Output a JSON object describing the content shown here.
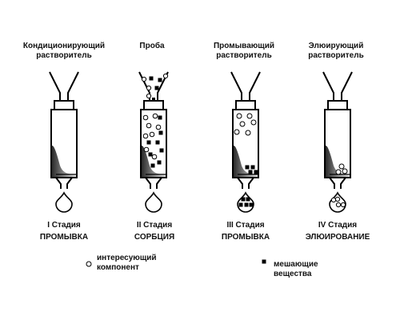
{
  "stages": [
    {
      "solvent_lines": [
        "Кондиционирующий",
        "растворитель"
      ],
      "stage_name": "I Стадия",
      "stage_action": "ПРОМЫВКА"
    },
    {
      "solvent_lines": [
        "Проба"
      ],
      "stage_name": "II Стадия",
      "stage_action": "СОРБЦИЯ"
    },
    {
      "solvent_lines": [
        "Промывающий",
        "растворитель"
      ],
      "stage_name": "III Стадия",
      "stage_action": "ПРОМЫВКА"
    },
    {
      "solvent_lines": [
        "Элюирующий",
        "растворитель"
      ],
      "stage_name": "IV Стадия",
      "stage_action": "ЭЛЮИРОВАНИЕ"
    }
  ],
  "legend": {
    "analyte": [
      "интересующий",
      "компонент"
    ],
    "interferent": [
      "мешающие",
      "вещества"
    ]
  },
  "colors": {
    "stroke": "#000000",
    "sorbent_dark": "#333333",
    "sorbent_light": "#dddddd",
    "particle": "#000000"
  }
}
